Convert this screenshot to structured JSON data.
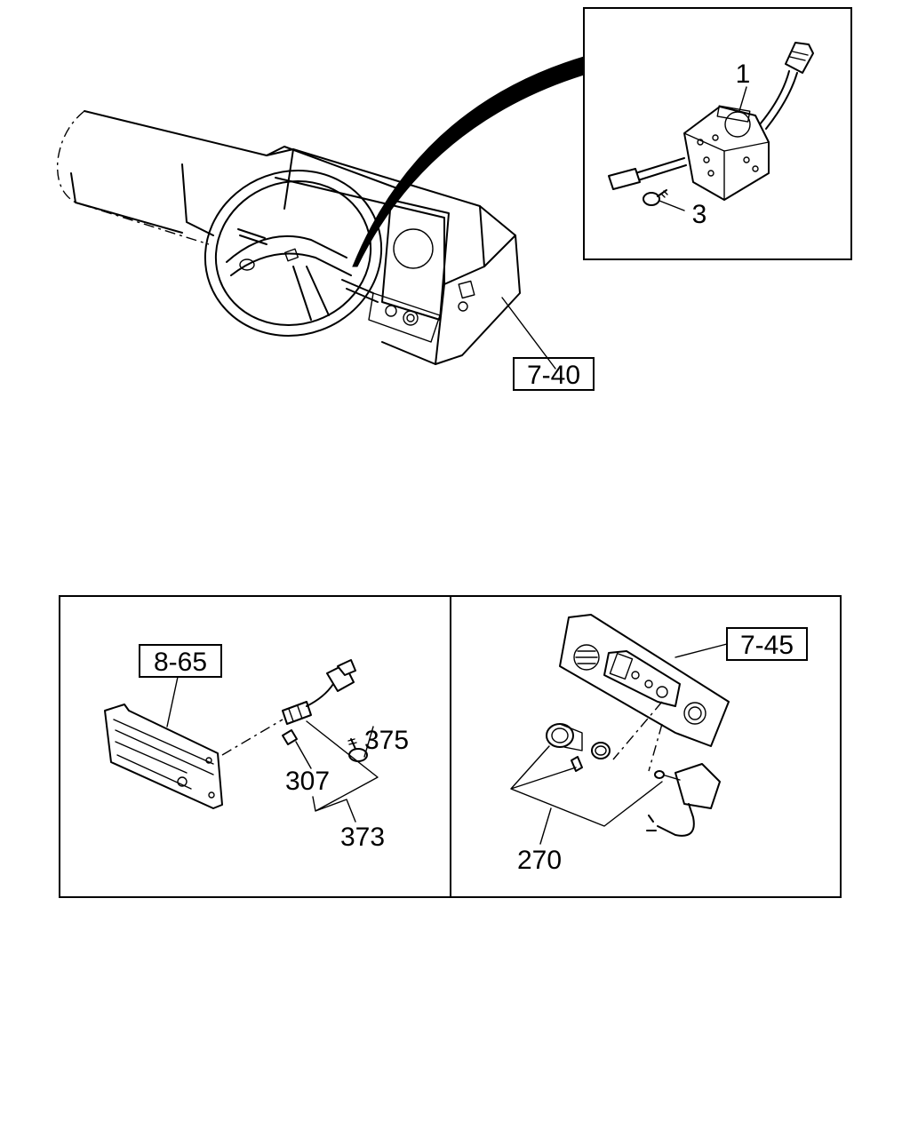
{
  "figure": {
    "references": {
      "top": "7-40",
      "left_panel": "8-65",
      "right_panel": "7-45"
    },
    "callouts": {
      "switch_assembly": "1",
      "screw": "3",
      "sensor_item_a": "307",
      "screw_375": "375",
      "sensor_assembly": "373",
      "switch_assembly_270": "270"
    }
  }
}
